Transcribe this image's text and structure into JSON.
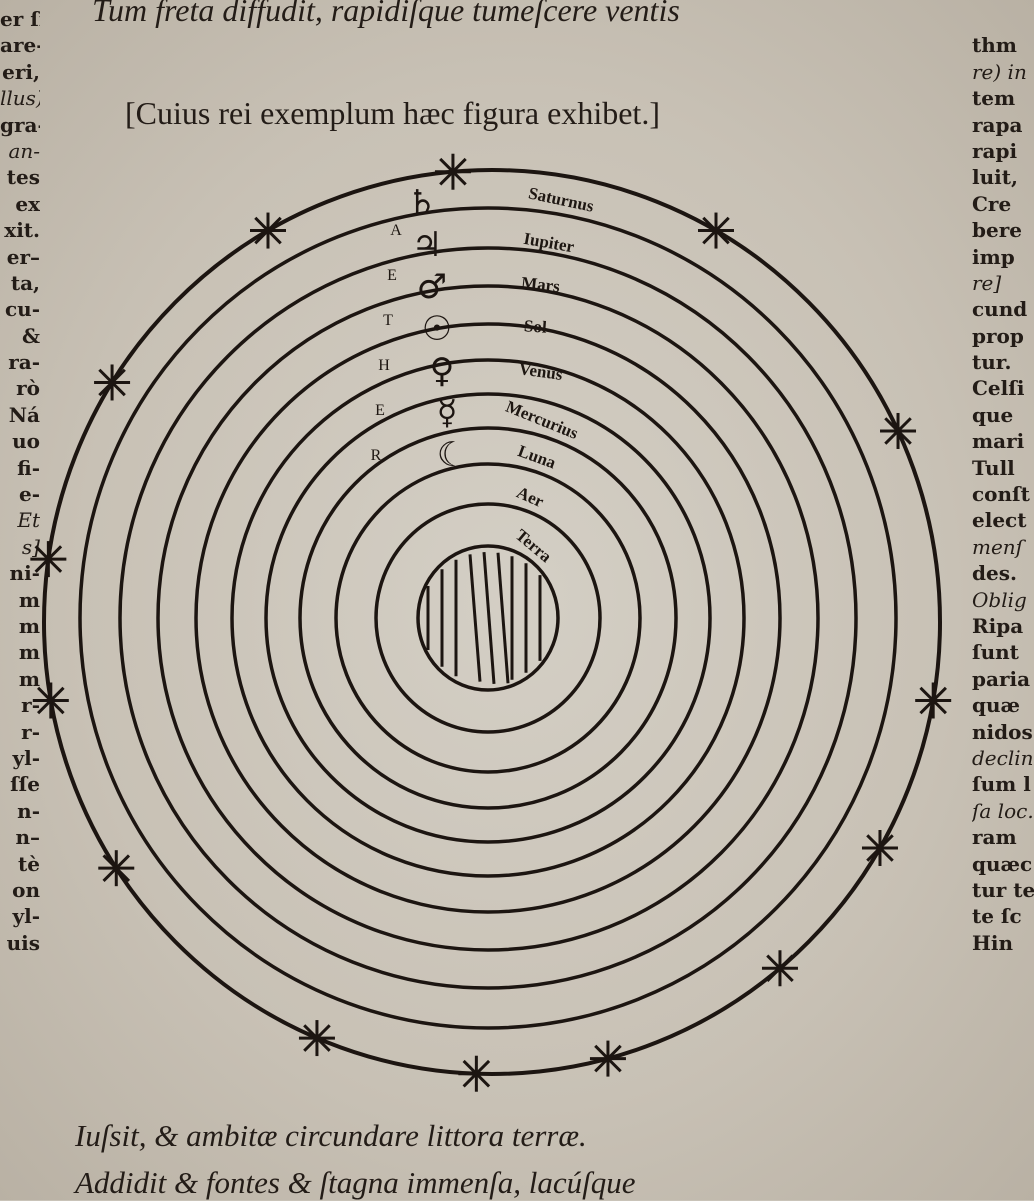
{
  "text": {
    "top_line": "Tum freta diffudit, rapidiſque tumeſcere ventis",
    "caption": "[Cuius rei exemplum hæc figura exhibet.]",
    "bottom_line_1": "Iuſsit, & ambitæ circundare littora terræ.",
    "bottom_line_2": "Addidit & fontes & ſtagna immenſa, lacúſque"
  },
  "left_column": [
    "er ſi",
    "are-",
    "eri,",
    "llus)",
    "gra-",
    "an-",
    "tes",
    "ex",
    "xit.",
    "er–",
    "ta,",
    "cu-",
    "&",
    "ra-",
    "rò",
    "Ná",
    "uo",
    "fi-",
    "e-",
    "Et",
    "s]",
    "ni-",
    "m",
    "m",
    "m",
    "m",
    "r-",
    "r-",
    "yl-",
    "ſſe",
    "n-",
    "n–",
    "tè",
    "on",
    "yl-",
    "uis"
  ],
  "right_column": [
    "",
    "thm",
    "re) in",
    "tem",
    "rapa",
    "rapi",
    "luit,",
    "Cre",
    "bere",
    "imp",
    "re]",
    "cund",
    "prop",
    "tur.",
    "Celſi",
    "que",
    "mari",
    "Tull",
    "conſt",
    "elect",
    "menſ",
    "des.",
    "Oblig",
    "Ripa",
    "ſunt",
    "paria",
    "quæ",
    "nidos",
    "declin",
    "ſum l",
    "ſa loc.",
    "ram",
    "quæc",
    "tur te",
    "te ſc",
    "Hin"
  ],
  "diagram": {
    "sphere_labels": [
      "Saturnus",
      "Iupiter",
      "Mars",
      "Sol",
      "Venus",
      "Mercurius",
      "Luna",
      "Aer",
      "Terra"
    ],
    "aether_letters": [
      "A",
      "E",
      "T",
      "H",
      "E",
      "R"
    ],
    "planet_symbols": [
      "♄",
      "♃",
      "♂",
      "☉",
      "♀",
      "☿",
      "☾"
    ]
  }
}
